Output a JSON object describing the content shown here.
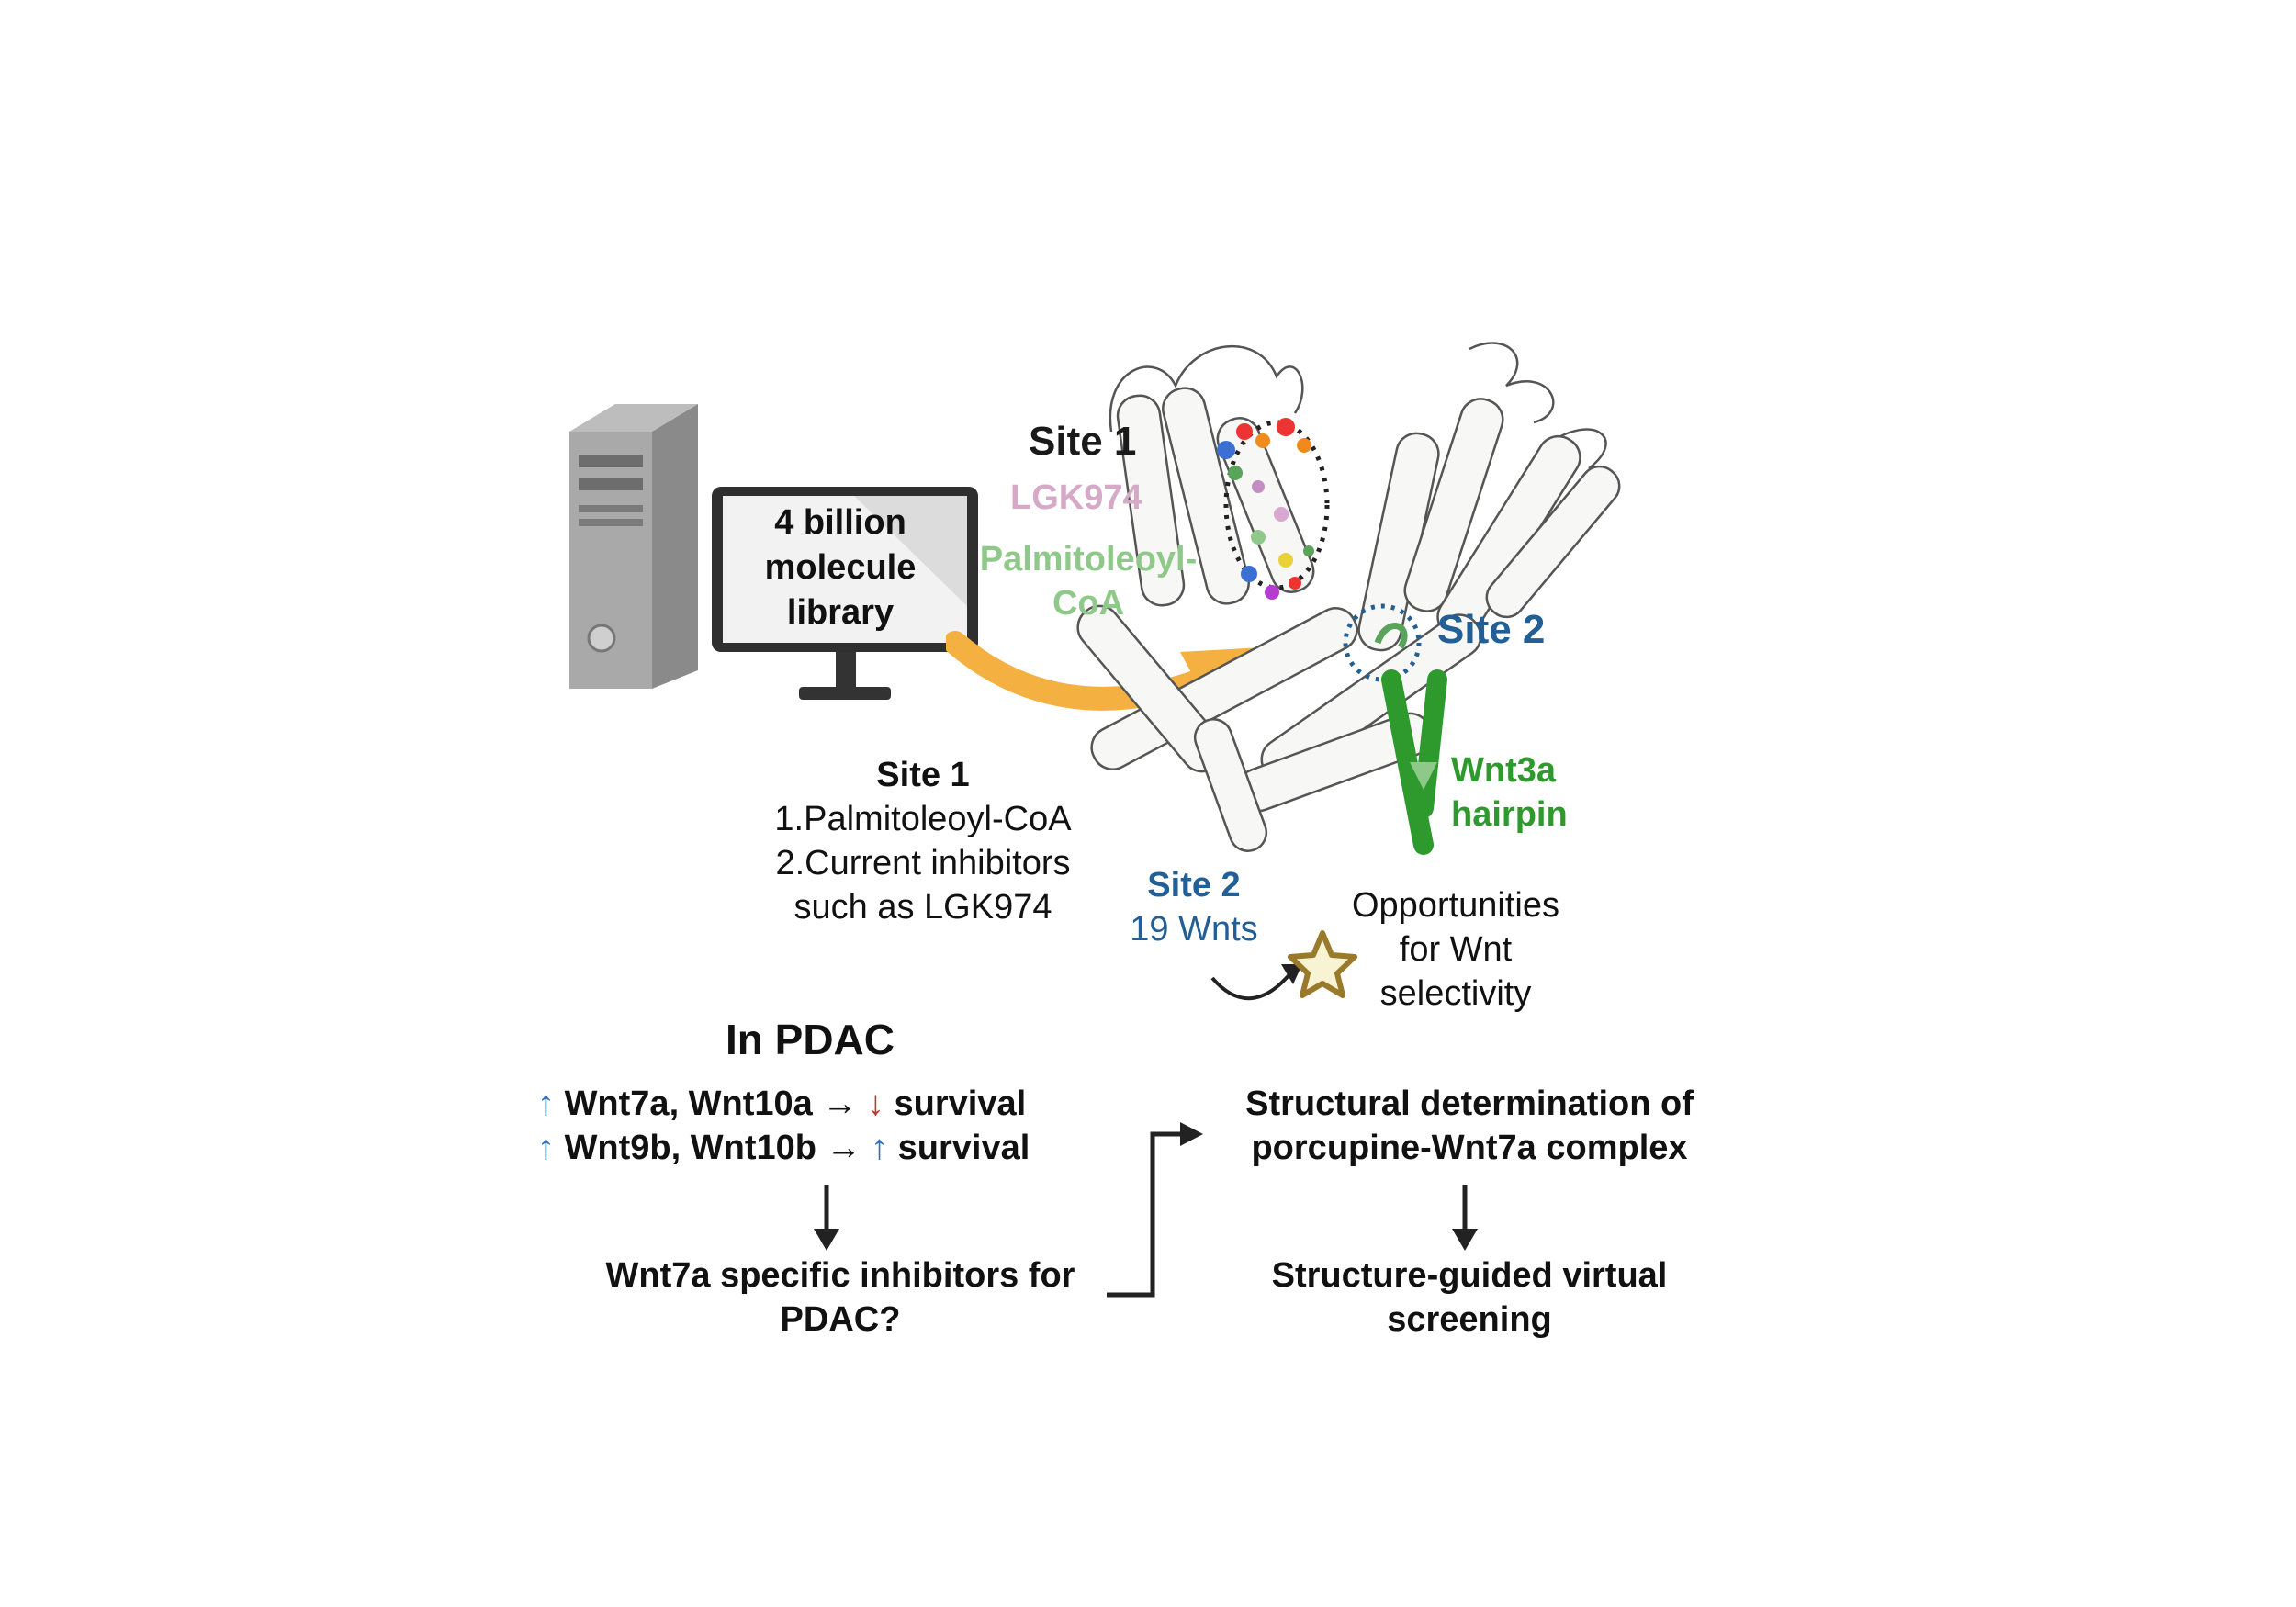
{
  "computer": {
    "screen_text": "4 billion\nmolecule\nlibrary",
    "screen_lines": [
      "4 billion",
      "molecule",
      "library"
    ]
  },
  "structure_labels": {
    "site1": "Site 1",
    "lgk974": "LGK974",
    "palmitoleoyl_line1": "Palmitoleoyl-",
    "palmitoleoyl_line2": "CoA",
    "site2": "Site 2",
    "wnt3a_line1": "Wnt3a",
    "wnt3a_line2": "hairpin"
  },
  "site1_box": {
    "title": "Site 1",
    "line1": "1.Palmitoleoyl-CoA",
    "line2": "2.Current inhibitors",
    "line3": "such as LGK974"
  },
  "site2_box": {
    "title": "Site 2",
    "subtitle": "19 Wnts"
  },
  "opportunities": {
    "line1": "Opportunities",
    "line2": "for Wnt",
    "line3": "selectivity"
  },
  "pdac": {
    "heading": "In PDAC",
    "row1": {
      "up_arrow": "↑",
      "genes": "Wnt7a, Wnt10a",
      "arrow": "→",
      "effect_arrow": "↓",
      "effect": "survival"
    },
    "row2": {
      "up_arrow": "↑",
      "genes": "Wnt9b, Wnt10b",
      "arrow": "→",
      "effect_arrow": "↑",
      "effect": "survival"
    },
    "question_line1": "Wnt7a specific inhibitors for",
    "question_line2": "PDAC?"
  },
  "flow": {
    "struct_line1": "Structural determination of",
    "struct_line2": "porcupine-Wnt7a complex",
    "screen_line1": "Structure-guided virtual",
    "screen_line2": "screening"
  },
  "colors": {
    "site1_label": "#1a1a1a",
    "lgk974": "#d6a9c8",
    "palmitoleoyl": "#8fc98a",
    "site2": "#215f96",
    "wnt3a": "#2e9a2e",
    "orange_arrow": "#f5b042",
    "up_arrow": "#2e6fba",
    "down_arrow": "#c0392b"
  }
}
